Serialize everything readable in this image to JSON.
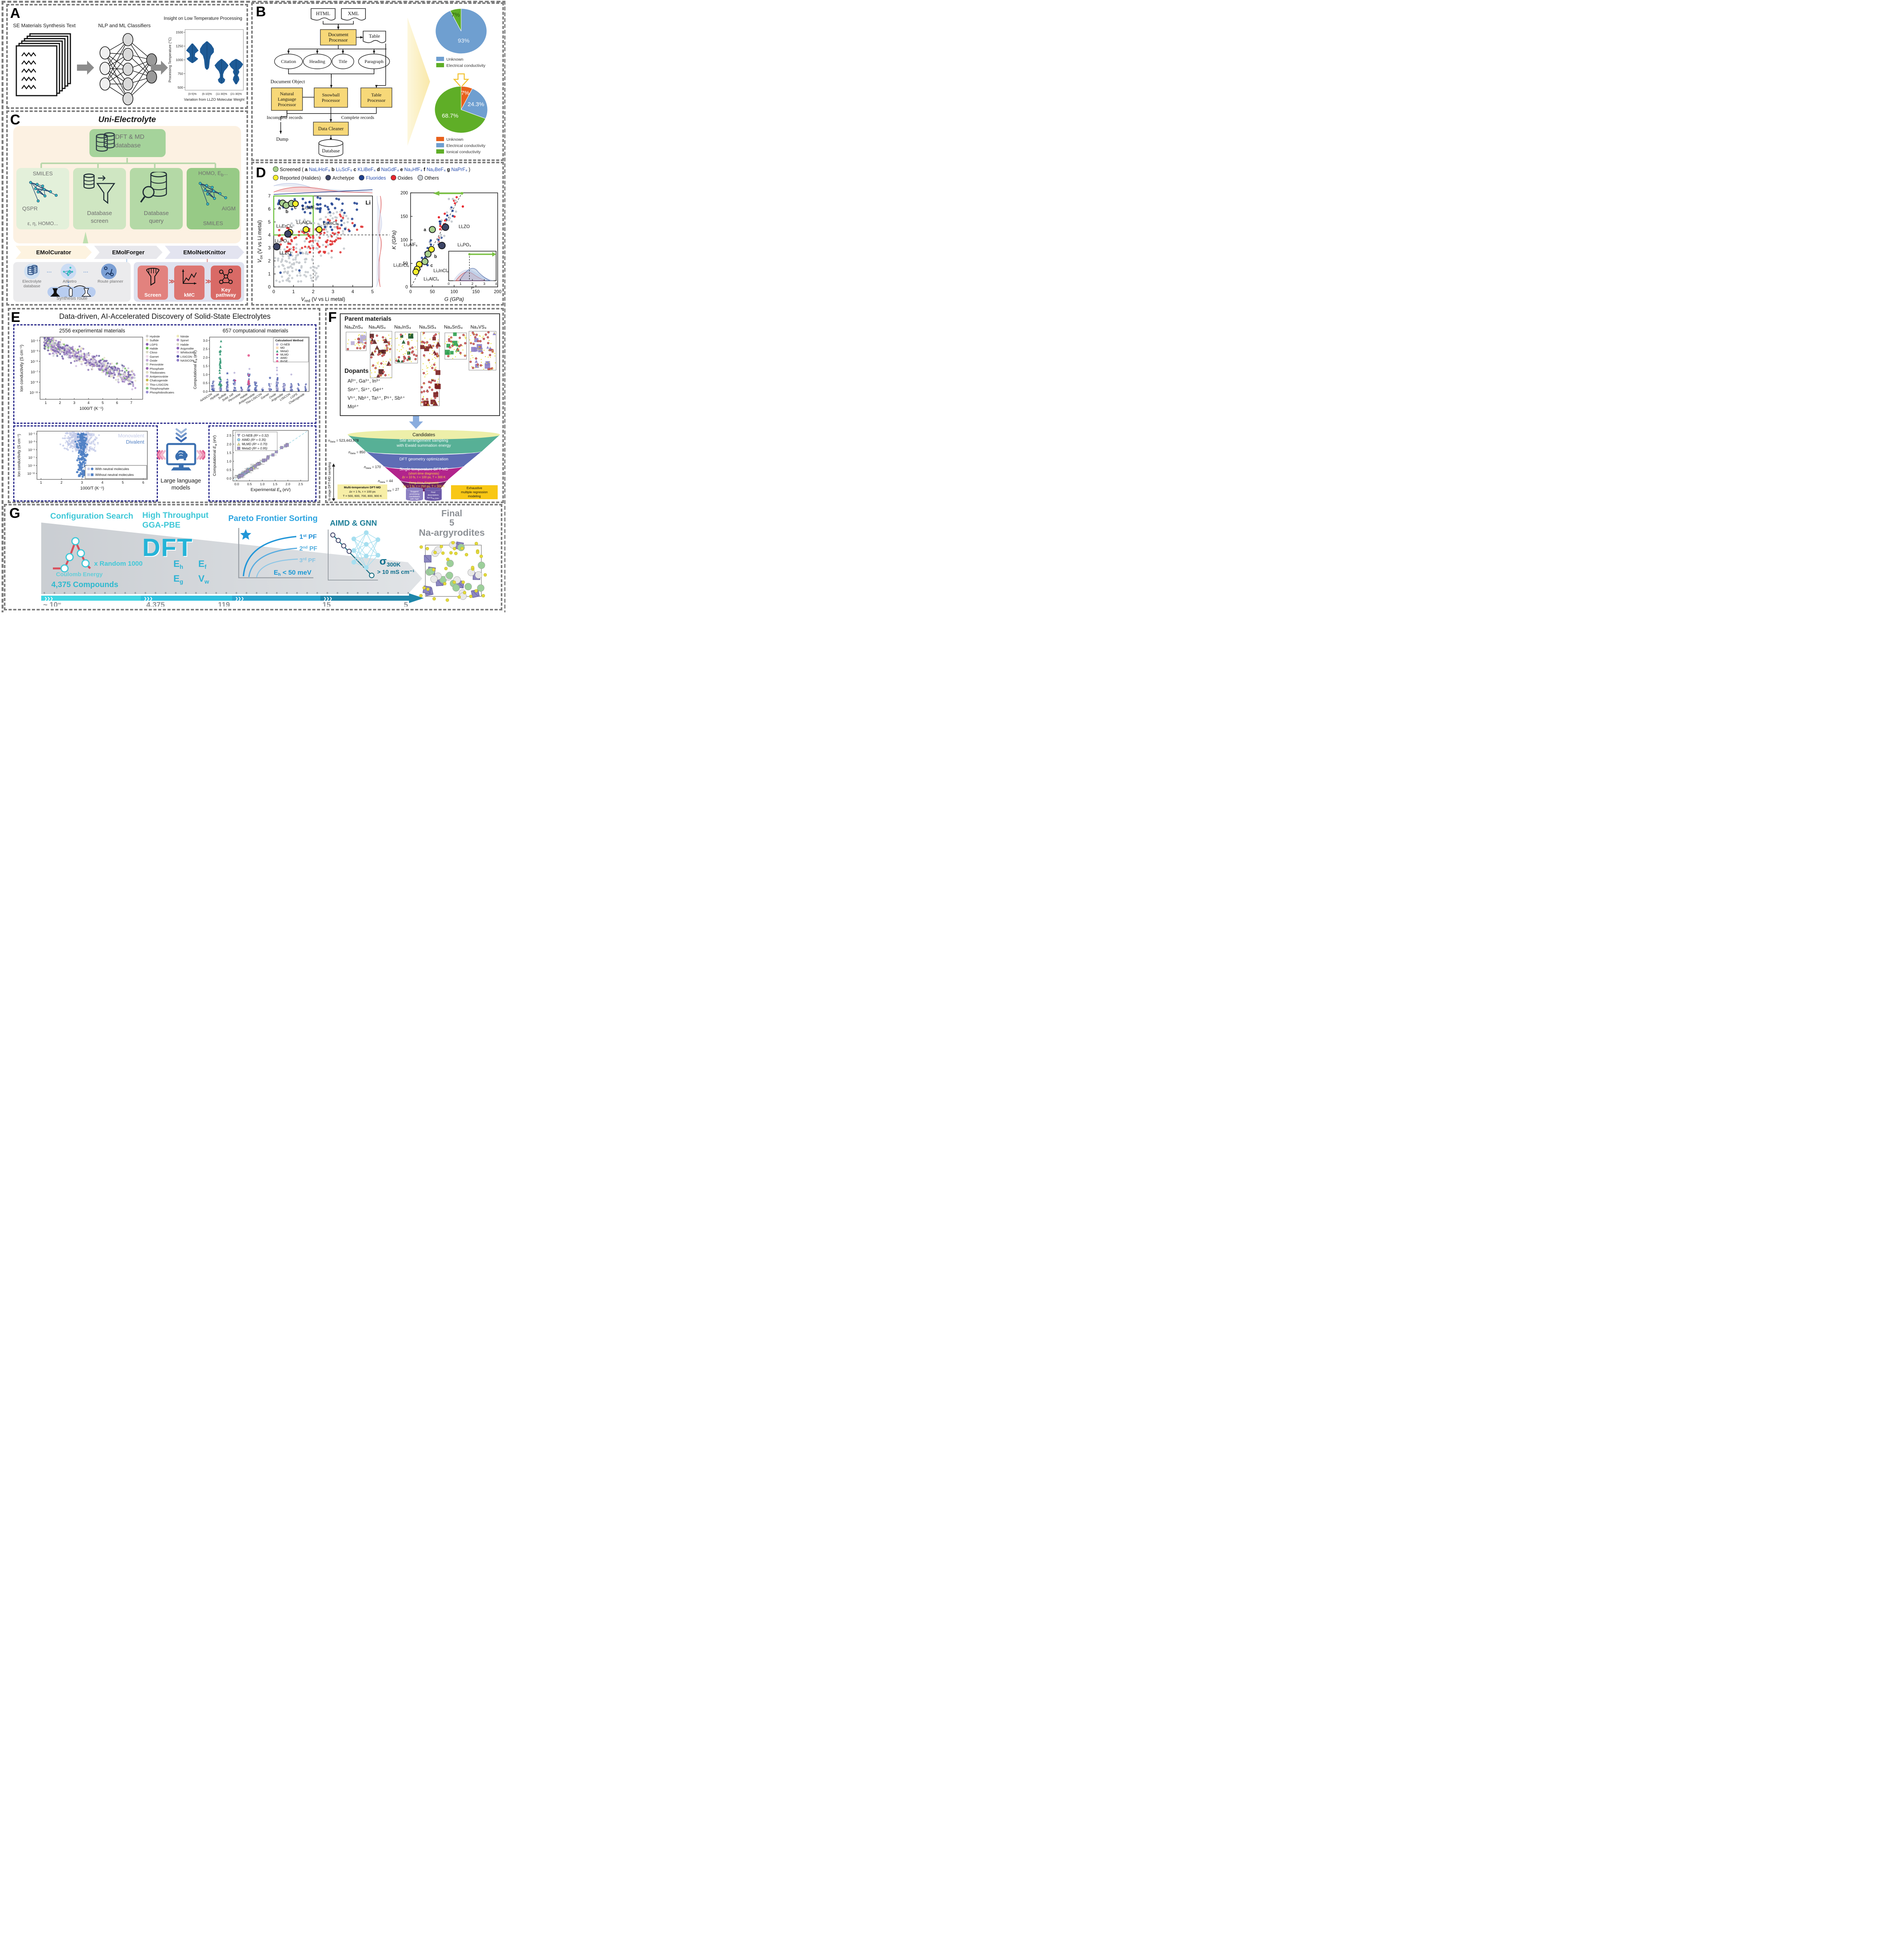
{
  "a": {
    "letter": "A",
    "h1": "SE Materials Synthesis Text",
    "h2": "NLP and ML Classifiers",
    "h3": "Insight on Low Temperature Processing",
    "chart_data": {
      "type": "violin",
      "ylabel": "Processing Temperature (°C)",
      "xlabel": "Variation from LLZO Molecular Weight",
      "categories": [
        "(0-5)%",
        "(6-10)%",
        "(11-30)%",
        "(21-30)%"
      ],
      "yticks": [
        500,
        750,
        1000,
        1250,
        1500
      ],
      "ylim": [
        450,
        1550
      ],
      "color": "#1d5a96",
      "violins": [
        {
          "category": "(0-5)%",
          "profile": [
            [
              1290,
              1
            ],
            [
              1230,
              8
            ],
            [
              1170,
              14
            ],
            [
              1120,
              6
            ],
            [
              1060,
              5
            ],
            [
              1020,
              13
            ],
            [
              980,
              7
            ],
            [
              950,
              1
            ]
          ]
        },
        {
          "category": "(6-10)%",
          "profile": [
            [
              1330,
              1
            ],
            [
              1270,
              10
            ],
            [
              1200,
              16
            ],
            [
              1140,
              16
            ],
            [
              1080,
              9
            ],
            [
              1000,
              6
            ],
            [
              920,
              5
            ],
            [
              860,
              4
            ],
            [
              830,
              1
            ]
          ]
        },
        {
          "category": "(11-30)%",
          "profile": [
            [
              1010,
              1
            ],
            [
              960,
              9
            ],
            [
              900,
              16
            ],
            [
              860,
              13
            ],
            [
              800,
              6
            ],
            [
              740,
              3
            ],
            [
              680,
              3
            ],
            [
              640,
              8
            ],
            [
              600,
              6
            ],
            [
              575,
              1
            ]
          ]
        },
        {
          "category": "(21-30)%",
          "profile": [
            [
              1010,
              1
            ],
            [
              970,
              10
            ],
            [
              920,
              16
            ],
            [
              870,
              12
            ],
            [
              820,
              5
            ],
            [
              780,
              7
            ],
            [
              720,
              3
            ],
            [
              680,
              6
            ],
            [
              640,
              7
            ],
            [
              600,
              4
            ],
            [
              565,
              1
            ]
          ]
        }
      ]
    }
  },
  "b": {
    "letter": "B",
    "flow": {
      "html": "HTML",
      "xml": "XML",
      "table": "Table",
      "doc_proc": [
        "Document",
        "Processor"
      ],
      "ellipses": [
        "Citation",
        "Heading",
        "Title",
        "Paragraph"
      ],
      "doc_obj": "Document Object",
      "nlp": [
        "Natural",
        "Language",
        "Processor"
      ],
      "snowball": [
        "Snowball",
        "Processor"
      ],
      "table_proc": [
        "Table",
        "Processor"
      ],
      "incomplete": "Incomplete records",
      "complete": "Complete records",
      "dump": "Dump",
      "cleaner": "Data Cleaner",
      "database": "Database"
    },
    "chart_data": [
      {
        "type": "pie",
        "values": [
          93,
          7
        ],
        "labels": [
          "93%",
          "7%"
        ],
        "colors": [
          "#6f9fd0",
          "#5fae27"
        ],
        "legend": [
          {
            "label": "Unknown",
            "color": "#6f9fd0"
          },
          {
            "label": "Electrical conductivity",
            "color": "#5fae27"
          }
        ]
      },
      {
        "type": "pie",
        "values": [
          7,
          24.3,
          68.7
        ],
        "labels": [
          "7%",
          "24.3%",
          "68.7%"
        ],
        "colors": [
          "#e8611c",
          "#6f9fd0",
          "#5fae27"
        ],
        "legend": [
          {
            "label": "Unknown",
            "color": "#e8611c"
          },
          {
            "label": "Electrical conductivity",
            "color": "#6f9fd0"
          },
          {
            "label": "Ionical conductivity",
            "color": "#5fae27"
          }
        ]
      }
    ]
  },
  "c": {
    "letter": "C",
    "title": "Uni-Electrolyte",
    "db_box": [
      "DFT & MD",
      "database"
    ],
    "box1": {
      "top": "SMILES",
      "mid": "QSPR",
      "bottom": "ε, η, HOMO..."
    },
    "box2": [
      "Database",
      "screen"
    ],
    "box3": [
      "Database",
      "query"
    ],
    "box4": {
      "top_m": "HOMO, E",
      "top_s": "b",
      "top_r": "...",
      "mid": "AIGM",
      "bottom": "SMILES"
    },
    "chevrons": [
      "EMolCurator",
      "EMolForger",
      "EMolNetKnittor"
    ],
    "left": {
      "i1": "Electrolyte database",
      "i2": "AIRetro",
      "i3": "Route planner",
      "bottom": "Synthesis route"
    },
    "right": {
      "b1": "Screen",
      "b2": "kMC",
      "b3": "Key pathway"
    }
  },
  "d": {
    "letter": "D",
    "legend1": {
      "marker_color": "#a8d08d",
      "prefix": "Screened (",
      "suffix": ")",
      "formula_color": "#2b4fae",
      "items": [
        {
          "k": "a",
          "f": "NaLiHoF₈"
        },
        {
          "k": "b",
          "f": "Li₃ScF₆"
        },
        {
          "k": "c",
          "f": "KLiBeF₄"
        },
        {
          "k": "d",
          "f": "NaGdF₄"
        },
        {
          "k": "e",
          "f": "Na₃HfF₄"
        },
        {
          "k": "f",
          "f": "Na₂BeF₄"
        },
        {
          "k": "g",
          "f": "NaPrF₄"
        }
      ]
    },
    "legend2": [
      {
        "label": "Reported (Halides)",
        "color": "#f7ef2a",
        "label_color": "#111111"
      },
      {
        "label": "Archetype",
        "color": "#3d4566",
        "label_color": "#111111"
      },
      {
        "label": "Fluorides",
        "color": "#1d3f8f",
        "label_color": "#2b4fae"
      },
      {
        "label": "Oxides",
        "color": "#e8262d",
        "label_color": "#111111"
      },
      {
        "label": "Others",
        "color": "#c9ced4",
        "label_color": "#111111"
      }
    ],
    "left_chart": {
      "type": "scatter",
      "corner": "Li",
      "xlabel": {
        "m": "V",
        "s": "red",
        "r": " (V vs Li metal)"
      },
      "ylabel": {
        "m": "V",
        "s": "ox",
        "r": " (V vs Li metal)"
      },
      "xlim": [
        0,
        5
      ],
      "ylim": [
        0,
        7
      ],
      "xticks": [
        0,
        1,
        2,
        3,
        4,
        5
      ],
      "yticks": [
        0,
        1,
        2,
        3,
        4,
        5,
        6,
        7
      ],
      "vline": 2,
      "hline": 4,
      "green_box": {
        "x": [
          0,
          2
        ],
        "y": [
          4,
          7
        ]
      },
      "named_points": [
        {
          "label": "a",
          "x": 0.45,
          "y": 6.45,
          "type": "green"
        },
        {
          "label": "b",
          "x": 0.63,
          "y": 6.28,
          "type": "green"
        },
        {
          "label": "c",
          "x": 0.9,
          "y": 6.42,
          "type": "green"
        },
        {
          "label": "Li₃AlF₆",
          "x": 1.1,
          "y": 6.4,
          "type": "yellow"
        },
        {
          "label": "Li₃ErCl₆",
          "x": 0.82,
          "y": 4.2,
          "type": "yellow"
        },
        {
          "label": "Li₃AlCl₄",
          "x": 1.63,
          "y": 4.42,
          "type": "yellow"
        },
        {
          "label": "Li₃InCl₆",
          "x": 2.3,
          "y": 4.42,
          "type": "yellow"
        },
        {
          "label": "Li₃PO₄",
          "x": 0.72,
          "y": 4.08,
          "type": "navy"
        },
        {
          "label": "LLZO",
          "x": 0.15,
          "y": 3.1,
          "type": "navy"
        }
      ]
    },
    "right_chart": {
      "type": "scatter",
      "xlabel": "G (GPa)",
      "ylabel": "K (GPa)",
      "xlim": [
        0,
        200
      ],
      "ylim": [
        0,
        200
      ],
      "ticks": [
        0,
        50,
        100,
        150,
        200
      ],
      "named_points": [
        {
          "label": "a",
          "x": 50,
          "y": 122,
          "type": "green"
        },
        {
          "label": "LLZO",
          "x": 80,
          "y": 127,
          "type": "navy"
        },
        {
          "label": "Li₃AlF₆",
          "x": 48,
          "y": 80,
          "type": "yellow"
        },
        {
          "label": "Li₃PO₄",
          "x": 72,
          "y": 88,
          "type": "navy"
        },
        {
          "label": "b",
          "x": 40,
          "y": 70,
          "type": "green"
        },
        {
          "label": "c",
          "x": 33,
          "y": 54,
          "type": "green"
        },
        {
          "label": "Li₃ErCl₆",
          "x": 20,
          "y": 48,
          "type": "yellow"
        },
        {
          "label": "Li₃InCl₆",
          "x": 15,
          "y": 38,
          "type": "yellow"
        },
        {
          "label": "Li₃AlCl₄",
          "x": 12,
          "y": 32,
          "type": "yellow"
        }
      ],
      "inset": {
        "xlabel": "P",
        "xticks": [
          0,
          1,
          2,
          3,
          4
        ],
        "vline": 1.75
      }
    }
  },
  "e": {
    "letter": "E",
    "title": "Data-driven, AI-Accelerated Discovery of Solid-State Electrolytes",
    "exp": {
      "title": "2556 experimental materials",
      "ylabel": "Ion conductivity (S cm⁻¹)",
      "xlabel": "1000/T (K⁻¹)",
      "yticks": [
        "10⁻¹",
        "10⁻³",
        "10⁻⁵",
        "10⁻⁷",
        "10⁻⁹",
        "10⁻¹¹"
      ],
      "xticks": [
        1,
        2,
        3,
        4,
        5,
        6,
        7
      ],
      "legend_col1": [
        {
          "label": "Hydride",
          "color": "#cdcdcd"
        },
        {
          "label": "Sulfide",
          "color": "#eae3c6"
        },
        {
          "label": "LGPS",
          "color": "#8a5fb0"
        },
        {
          "label": "Halide",
          "color": "#6cbf4e"
        },
        {
          "label": "Closo",
          "color": "#d8d8c4"
        },
        {
          "label": "Garnet",
          "color": "#f0dce8"
        },
        {
          "label": "Oxide",
          "color": "#c2a8d8"
        },
        {
          "label": "Perovskite",
          "color": "#ccd6c6"
        },
        {
          "label": "Phosphate",
          "color": "#9a66b5"
        },
        {
          "label": "Thioborates",
          "color": "#dcdcc2"
        },
        {
          "label": "Antiperovskite",
          "color": "#c9b3dc"
        },
        {
          "label": "Chalcogenide",
          "color": "#c4ba4e"
        },
        {
          "label": "Thio-LISICON",
          "color": "#f0d4b4"
        },
        {
          "label": "Thiophosphate",
          "color": "#82c97f"
        },
        {
          "label": "Phosphidosilicates",
          "color": "#9a8fd2"
        }
      ],
      "legend_col2": [
        {
          "label": "Nitride",
          "color": "#eeeab9"
        },
        {
          "label": "Spinel",
          "color": "#b08fd0"
        },
        {
          "label": "Halide",
          "color": "#d6d6c6"
        },
        {
          "label": "Argyrodite",
          "color": "#8a62b8"
        },
        {
          "label": "Whitlockite",
          "color": "#e4cce9"
        },
        {
          "label": "LISICON",
          "color": "#5c55a8"
        },
        {
          "label": "NASICON",
          "color": "#9080c9"
        }
      ]
    },
    "comp": {
      "title": "657 computational materials",
      "ylabel": {
        "pre": "Computational ",
        "m": "E",
        "s": "a",
        "post": " (eV)"
      },
      "yticks": [
        "0.0",
        "0.5",
        "1.0",
        "1.5",
        "2.0",
        "2.5",
        "3.0"
      ],
      "categories": [
        "NASICON",
        "Hydride",
        "Sulfide",
        "Solid_salt",
        "Perovskite",
        "Halide",
        "Antiperovskite",
        "Thio-LISICON",
        "Garnet",
        "Oxide",
        "Argyrodite",
        "LISICON",
        "LGPS",
        "Chalcogenide"
      ],
      "legend_title": "Calculationl Method",
      "legend": [
        {
          "label": "CI-NEB",
          "color": "#c3bede",
          "shape": "circle"
        },
        {
          "label": "MD",
          "color": "#f8ddb8",
          "shape": "square"
        },
        {
          "label": "MetaD",
          "color": "#3f9e7c",
          "shape": "triangle"
        },
        {
          "label": "MLMD",
          "color": "#c2418f",
          "shape": "diamond"
        },
        {
          "label": "AIMD",
          "color": "#5b6cb3",
          "shape": "star"
        },
        {
          "label": "BVSE",
          "color": "#e86a9a",
          "shape": "hexagon"
        }
      ]
    },
    "mono": {
      "ylabel": "Ion conductivity (S cm⁻¹)",
      "xlabel": "1000/T (K⁻¹)",
      "yticks": [
        "10⁻¹",
        "10⁻³",
        "10⁻⁵",
        "10⁻⁷",
        "10⁻⁹",
        "10⁻¹¹"
      ],
      "xticks": [
        1,
        2,
        3,
        4,
        5,
        6
      ],
      "series1": "Monovalent",
      "series2": "Divalent",
      "series1_color": "#c3cbe8",
      "series2_color": "#4f7fc4",
      "legend": [
        "With neutral molecules",
        "Without neutral molecules"
      ]
    },
    "llm1": "Large language",
    "llm2": "models",
    "parity": {
      "xlabel": {
        "pre": "Experimental ",
        "m": "E",
        "s": "a",
        "post": " (eV)"
      },
      "ylabel": {
        "pre": "Computational ",
        "m": "E",
        "s": "a",
        "post": " (eV)"
      },
      "ticks": [
        "0.0",
        "0.5",
        "1.0",
        "1.5",
        "2.0",
        "2.5"
      ],
      "legend": [
        {
          "label": "CI-NEB",
          "r2": "(R² = 0.32)",
          "color": "#a9a3cf",
          "shape": "tri_down"
        },
        {
          "label": "AIMD",
          "r2": "(R² = 0.35)",
          "color": "#8fd0f0",
          "shape": "circle"
        },
        {
          "label": "MLMD",
          "r2": "(R² = 0.70)",
          "color": "#f0e68c",
          "shape": "triangle"
        },
        {
          "label": "MetaD",
          "r2": "(R² = 0.95)",
          "color": "#9b8ec4",
          "shape": "square"
        }
      ]
    }
  },
  "f": {
    "letter": "F",
    "parent_title": "Parent materials",
    "formulas": [
      "Na₆ZnS₄",
      "Na₅AlS₄",
      "Na₅InS₄",
      "Na₄SiS₄",
      "Na₄SnS₄",
      "Na₃VS₄"
    ],
    "dopants_title": "Dopants",
    "dopants": [
      "Al³⁺, Ga³⁺, In³⁺",
      "Sn⁴⁺, Si⁴⁺, Ge⁴⁺",
      "V⁵⁺, Nb⁵⁺, Ta⁵⁺, P⁵⁺, Sb⁵⁺",
      "Mo⁶⁺"
    ],
    "funnel": {
      "top": "Candidates",
      "step1": [
        "Site arrangement sampling",
        "with Ewald summation energy"
      ],
      "step2": "DFT geometry optimization",
      "step3": "Single-temperature DFT-MD",
      "step3a": "(short-time diagnosis)",
      "step3b": "Δτ = 10 fs, τ = 100 ps, T = 300 K",
      "step4a": "(long-time diagnosis)",
      "step4b": "Δτ = 1 fs, τ = 250 ps, T = 300 K",
      "n1": " = 523,443,978",
      "n2": " = 850",
      "n3": " = 170",
      "n4": " = 44",
      "n5": " = 27",
      "nsub": "data",
      "nm": "n",
      "stem1": [
        "Suggest",
        "promising",
        "candidates",
        "with high"
      ],
      "stem1s": {
        "m": "σ",
        "s": "Na,300K"
      },
      "stem2": [
        "Find",
        "descriptors"
      ],
      "stem2s": {
        "m": "for D",
        "s": "Na,300K"
      },
      "left_box": [
        "Multi-temperature DFT-MD",
        "Δτ = 1 fs, τ = 100 ps",
        "T = 500, 600, 700, 800, 900 K"
      ],
      "right_box": [
        "Exhaustive",
        "multiple regression",
        "modeling"
      ],
      "side_label": "Multi-stage DFT-MD sampling"
    }
  },
  "g": {
    "letter": "G",
    "s1": {
      "title": "Configuration Search",
      "note": "x Random 1000",
      "sub": "Coulomb Energy",
      "count": "4,375 Compounds"
    },
    "s2": {
      "t1": "High Throughput",
      "t2": "GGA-PBE",
      "big": "DFT",
      "terms": [
        {
          "m": "E",
          "s": "h"
        },
        {
          "m": "E",
          "s": "f"
        },
        {
          "m": "E",
          "s": "g"
        },
        {
          "m": "V",
          "s": "w"
        }
      ]
    },
    "s3": {
      "title": "Pareto Frontier Sorting",
      "pf": [
        {
          "n": "1",
          "sup": "st",
          "r": " PF"
        },
        {
          "n": "2",
          "sup": "nd",
          "r": " PF"
        },
        {
          "n": "3",
          "sup": "rd",
          "r": " PF"
        }
      ],
      "crit": {
        "m": "E",
        "s": "h",
        "r": " < 50 meV"
      }
    },
    "s4": {
      "title": "AIMD & GNN",
      "sigma": {
        "m": "σ",
        "s": "300K"
      },
      "crit": "> 10 mS cm⁻¹"
    },
    "s5": {
      "l1": "Final",
      "l2": "5",
      "l3": "Na-argyrodites"
    },
    "counts": [
      {
        "m": "~ 10",
        "sup": "∞"
      },
      {
        "m": "4,375"
      },
      {
        "m": "119"
      },
      {
        "m": "15"
      },
      {
        "m": "5"
      }
    ],
    "chev": "❯❯❯"
  }
}
